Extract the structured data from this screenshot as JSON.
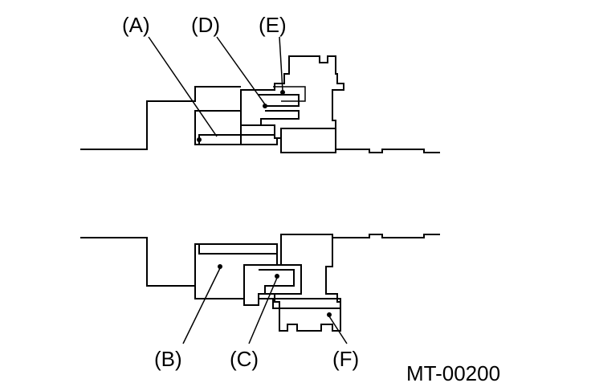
{
  "labels": {
    "a": "(A)",
    "b": "(B)",
    "c": "(C)",
    "d": "(D)",
    "e": "(E)",
    "f": "(F)"
  },
  "figure_code": "MT-00200",
  "colors": {
    "ink": "#000000",
    "paper": "#ffffff"
  }
}
